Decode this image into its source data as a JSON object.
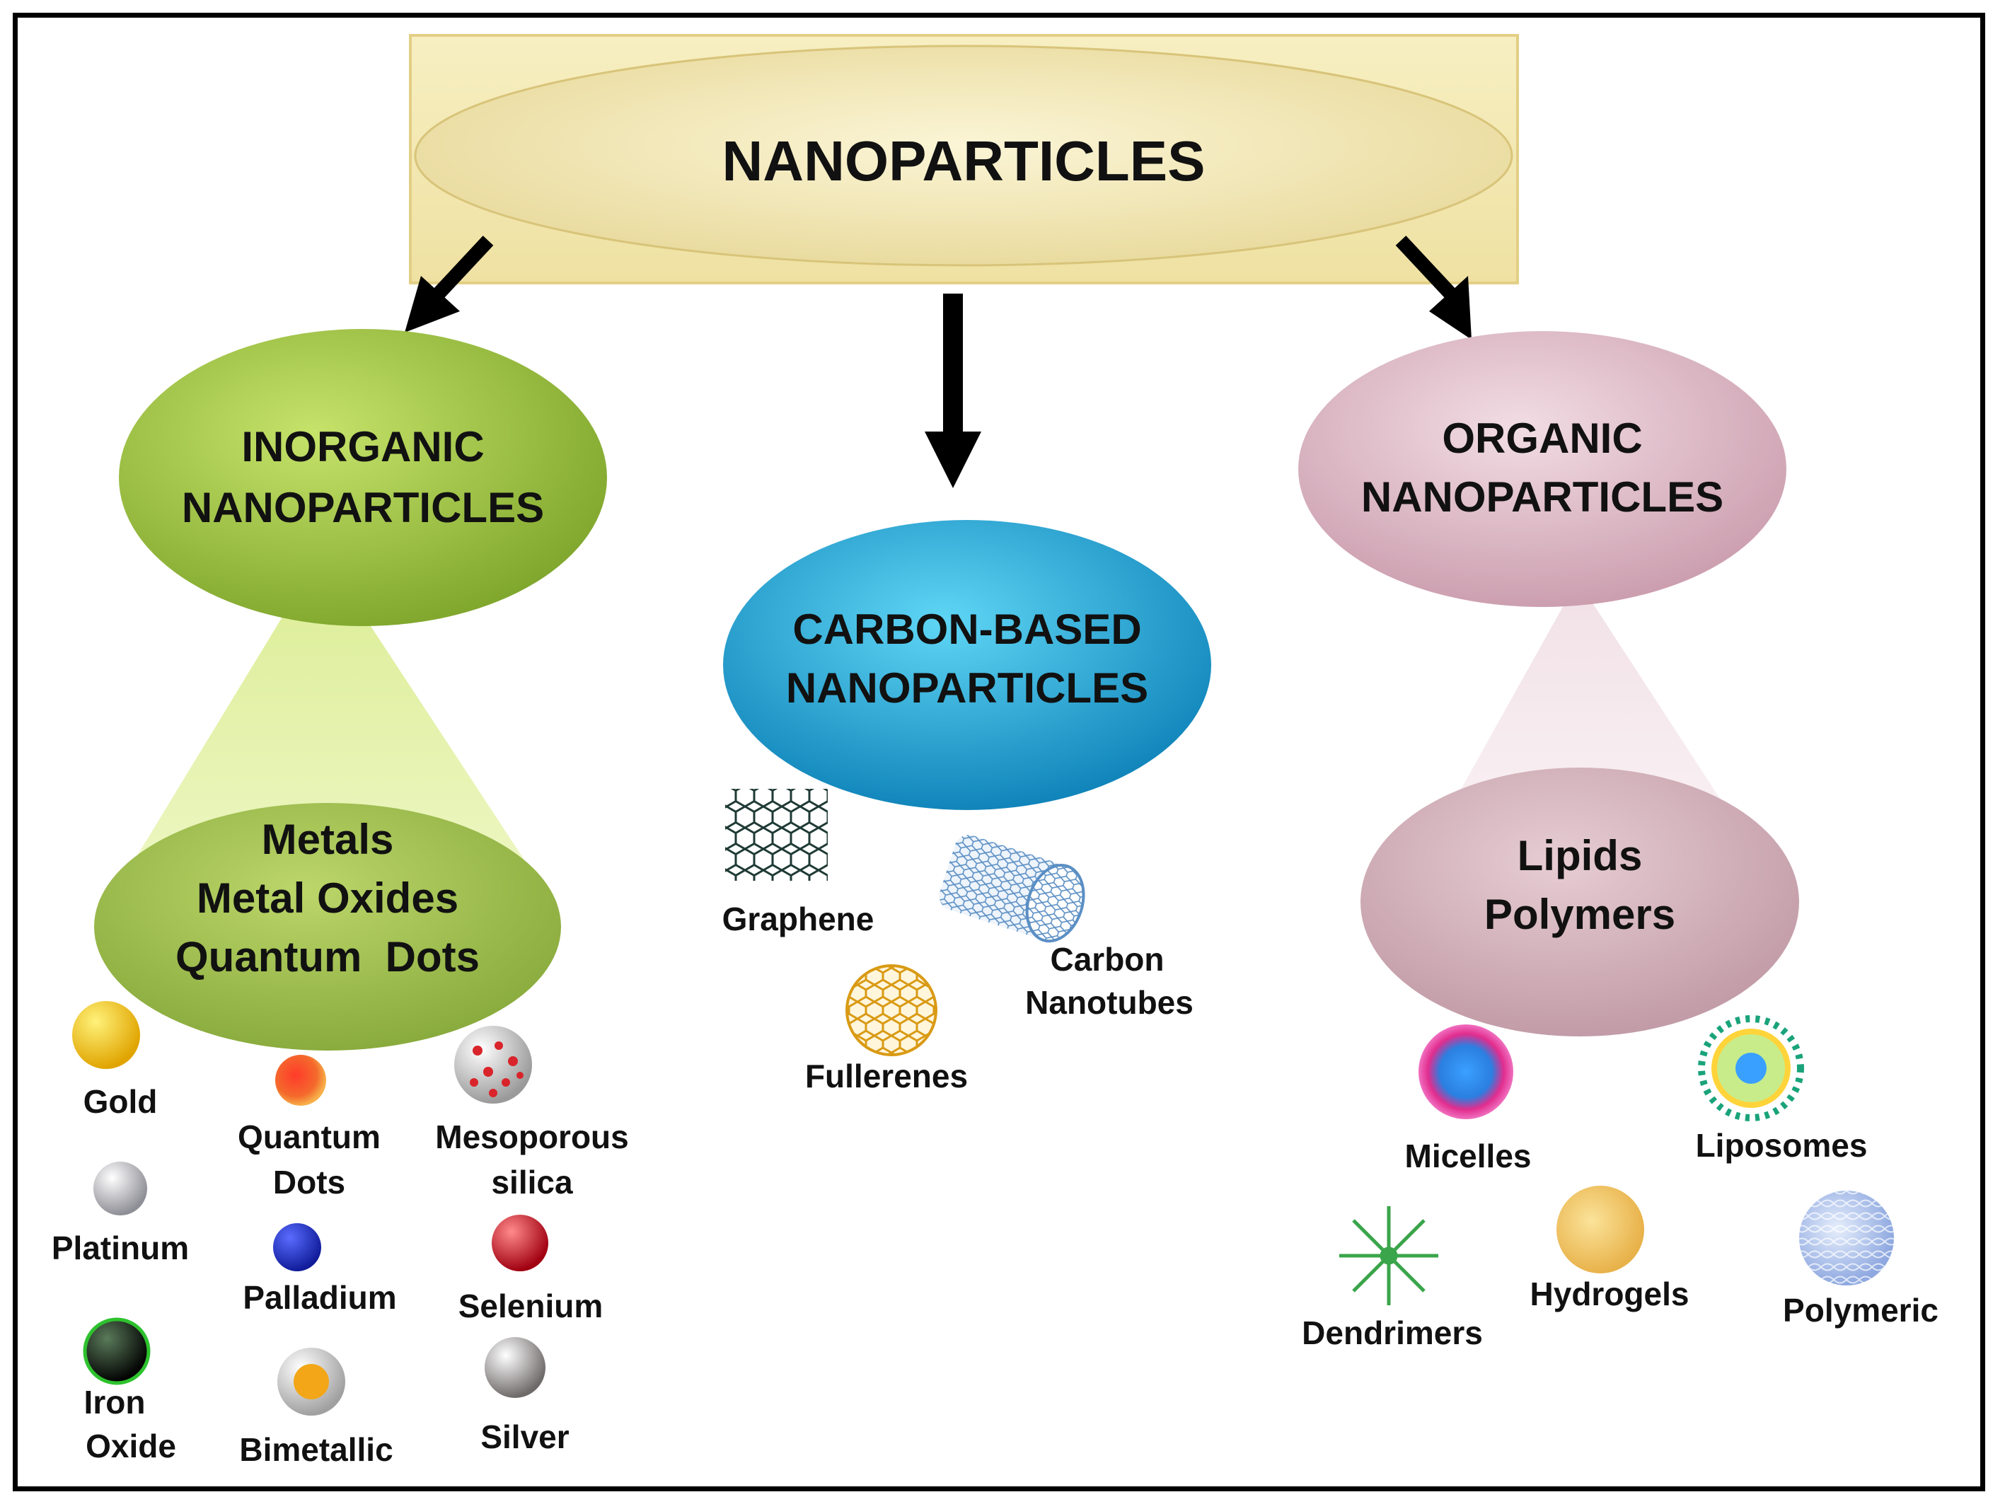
{
  "title": "NANOPARTICLES",
  "categories": {
    "inorganic": {
      "heading": [
        "INORGANIC",
        "NANOPARTICLES"
      ],
      "subtypes": [
        "Metals",
        "Metal Oxides",
        "Quantum  Dots"
      ],
      "color": "#9fc23a",
      "examples": {
        "gold": "Gold",
        "quantum_dots": [
          "Quantum",
          "Dots"
        ],
        "mesoporous_silica": [
          "Mesoporous",
          "silica"
        ],
        "platinum": "Platinum",
        "palladium": "Palladium",
        "selenium": "Selenium",
        "iron_oxide": [
          "Iron",
          "Oxide"
        ],
        "bimetallic": "Bimetallic",
        "silver": "Silver"
      }
    },
    "carbon": {
      "heading": [
        "CARBON-BASED",
        "NANOPARTICLES"
      ],
      "color": "#1aa3d6",
      "examples": {
        "graphene": "Graphene",
        "carbon_nanotubes": [
          "Carbon",
          "Nanotubes"
        ],
        "fullerenes": "Fullerenes"
      }
    },
    "organic": {
      "heading": [
        "ORGANIC",
        "NANOPARTICLES"
      ],
      "subtypes": [
        "Lipids",
        "Polymers"
      ],
      "color": "#dcbcc8",
      "examples": {
        "micelles": "Micelles",
        "liposomes": "Liposomes",
        "dendrimers": "Dendrimers",
        "hydrogels": "Hydrogels",
        "polymeric": "Polymeric"
      }
    }
  }
}
